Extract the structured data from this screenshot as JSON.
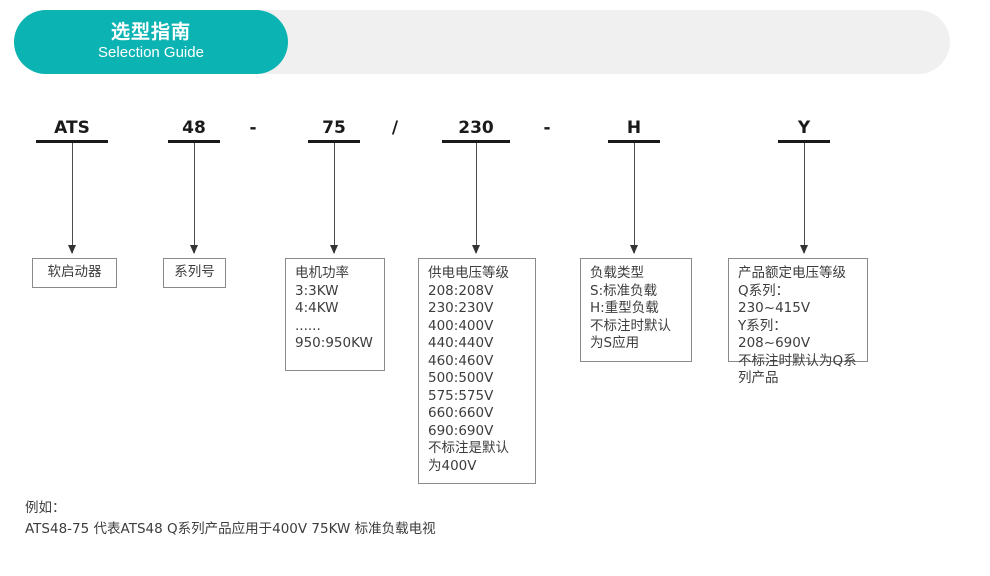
{
  "header": {
    "title_cn": "选型指南",
    "title_en": "Selection Guide",
    "pill_color": "#0cb3b3",
    "bar_color": "#f0f0f0"
  },
  "code_row": {
    "segments": [
      {
        "text": "ATS",
        "underlined": true,
        "name": "code-segment-ats"
      },
      {
        "text": "48",
        "underlined": true,
        "name": "code-segment-48"
      },
      {
        "text": "-",
        "underlined": false,
        "name": "code-separator-dash-1"
      },
      {
        "text": "75",
        "underlined": true,
        "name": "code-segment-75"
      },
      {
        "text": "/",
        "underlined": false,
        "name": "code-separator-slash"
      },
      {
        "text": "230",
        "underlined": true,
        "name": "code-segment-230"
      },
      {
        "text": "-",
        "underlined": false,
        "name": "code-separator-dash-2"
      },
      {
        "text": "H",
        "underlined": true,
        "name": "code-segment-h"
      },
      {
        "text": "Y",
        "underlined": true,
        "name": "code-segment-y"
      }
    ]
  },
  "description_boxes": [
    {
      "name": "box-soft-starter",
      "text": "软启动器"
    },
    {
      "name": "box-series-number",
      "text": "系列号"
    },
    {
      "name": "box-motor-power",
      "text": "电机功率\n3:3KW\n4:4KW\n......\n950:950KW"
    },
    {
      "name": "box-supply-voltage",
      "text": "供电电压等级\n208:208V\n230:230V\n400:400V\n440:440V\n460:460V\n500:500V\n575:575V\n660:660V\n690:690V\n不标注是默认\n为400V"
    },
    {
      "name": "box-load-type",
      "text": "负载类型\nS:标准负载\nH:重型负载\n不标注时默认\n为S应用"
    },
    {
      "name": "box-rated-voltage",
      "text": "产品额定电压等级\nQ系列：230~415V\nY系列：208~690V\n不标注时默认为Q系\n列产品"
    }
  ],
  "footer": {
    "line1": "例如：",
    "line2": "ATS48-75 代表ATS48 Q系列产品应用于400V 75KW 标准负载电视"
  }
}
